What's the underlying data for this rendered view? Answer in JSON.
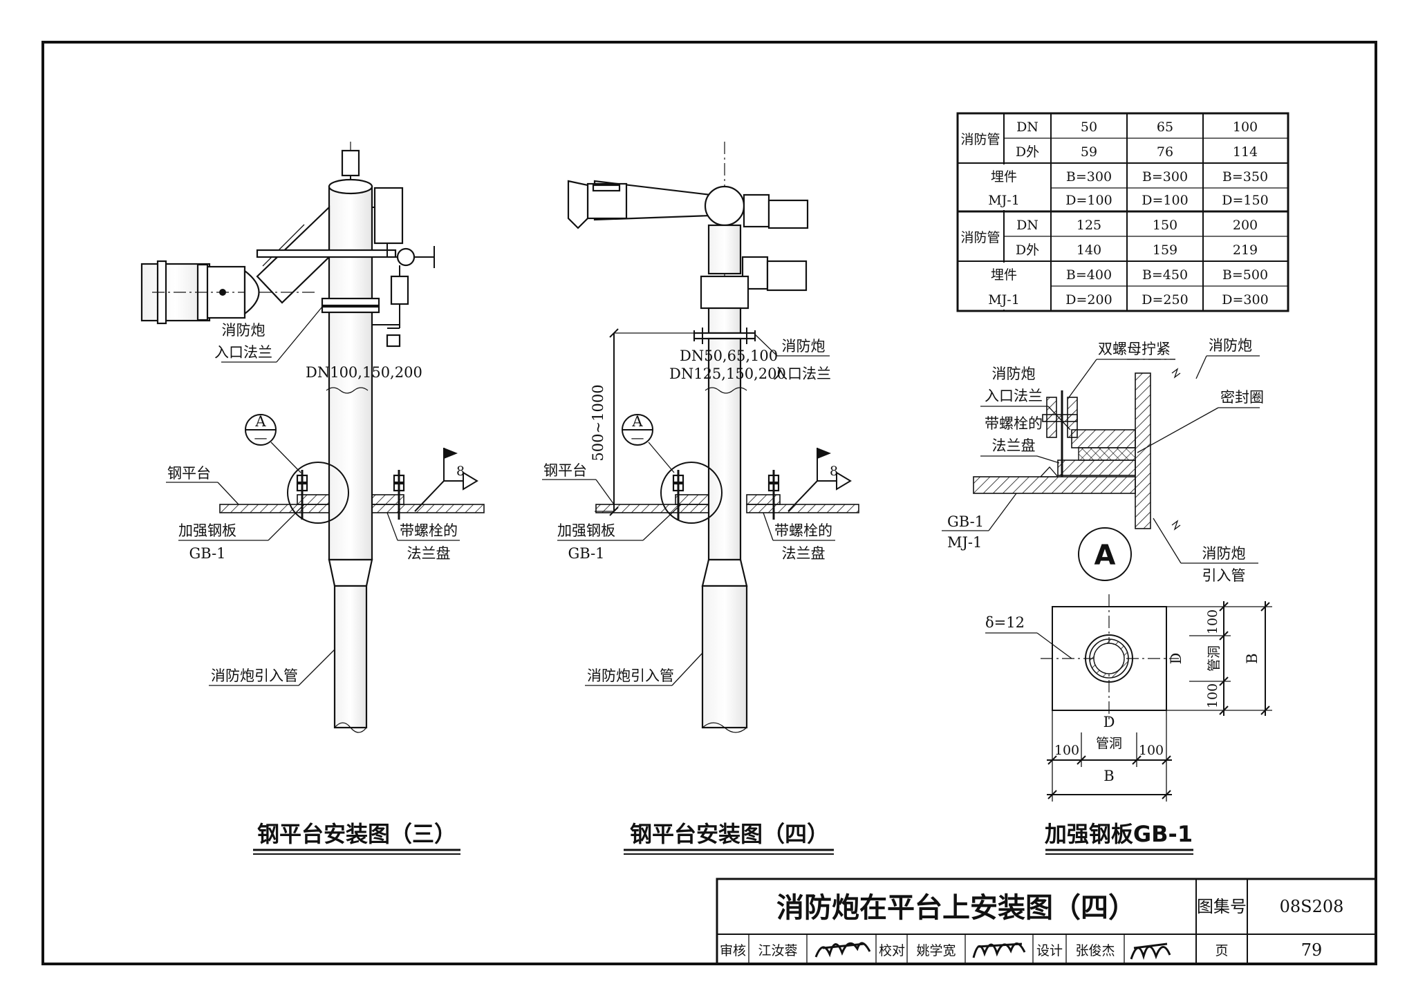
{
  "drawing_one": {
    "title": "钢平台安装图（三）",
    "inlet_flange_label_1": "消防炮",
    "inlet_flange_label_2": "入口法兰",
    "pipe_size": "DN100,150,200",
    "detail_ref": "A",
    "detail_ref_sub": "—",
    "platform_label": "钢平台",
    "plate_label_1": "加强钢板",
    "plate_label_2": "GB-1",
    "bolt_flange_label_1": "带螺栓的",
    "bolt_flange_label_2": "法兰盘",
    "lead_pipe_label": "消防炮引入管",
    "weld_symbol_num": "8"
  },
  "drawing_two": {
    "title": "钢平台安装图（四）",
    "pipe_size_1": "DN50,65,100",
    "pipe_size_2": "DN125,150,200",
    "inlet_flange_label_1": "消防炮",
    "inlet_flange_label_2": "入口法兰",
    "height_dim": "500~1000",
    "detail_ref": "A",
    "detail_ref_sub": "—",
    "platform_label": "钢平台",
    "plate_label_1": "加强钢板",
    "plate_label_2": "GB-1",
    "bolt_flange_label_1": "带螺栓的",
    "bolt_flange_label_2": "法兰盘",
    "lead_pipe_label": "消防炮引入管",
    "weld_symbol_num": "8"
  },
  "spec_table": {
    "rows": [
      [
        "消防管",
        "DN",
        "50",
        "65",
        "100"
      ],
      [
        "",
        "D外",
        "59",
        "76",
        "114"
      ],
      [
        "埋件",
        "",
        "B=300",
        "B=300",
        "B=350"
      ],
      [
        "MJ-1",
        "",
        "D=100",
        "D=100",
        "D=150"
      ],
      [
        "消防管",
        "DN",
        "125",
        "150",
        "200"
      ],
      [
        "",
        "D外",
        "140",
        "159",
        "219"
      ],
      [
        "埋件",
        "",
        "B=400",
        "B=450",
        "B=500"
      ],
      [
        "MJ-1",
        "",
        "D=200",
        "D=250",
        "D=300"
      ]
    ]
  },
  "detail_a": {
    "double_nut": "双螺母拧紧",
    "cannon": "消防炮",
    "inlet_flange_1": "消防炮",
    "inlet_flange_2": "入口法兰",
    "seal_ring": "密封圈",
    "bolt_flange_1": "带螺栓的",
    "bolt_flange_2": "法兰盘",
    "gb": "GB-1",
    "mj": "MJ-1",
    "marker": "A",
    "lead_pipe_1": "消防炮",
    "lead_pipe_2": "引入管"
  },
  "plate_gb1": {
    "title": "加强钢板GB-1",
    "thickness": "δ=12",
    "dim_100": "100",
    "dim_d": "D",
    "dim_hole": "管洞",
    "dim_b": "B"
  },
  "title_block": {
    "main_title": "消防炮在平台上安装图（四）",
    "atlas_label": "图集号",
    "atlas_no": "08S208",
    "review_label": "审核",
    "reviewer": "江汝蓉",
    "check_label": "校对",
    "checker": "姚学宽",
    "design_label": "设计",
    "designer": "张俊杰",
    "page_label": "页",
    "page_no": "79"
  }
}
